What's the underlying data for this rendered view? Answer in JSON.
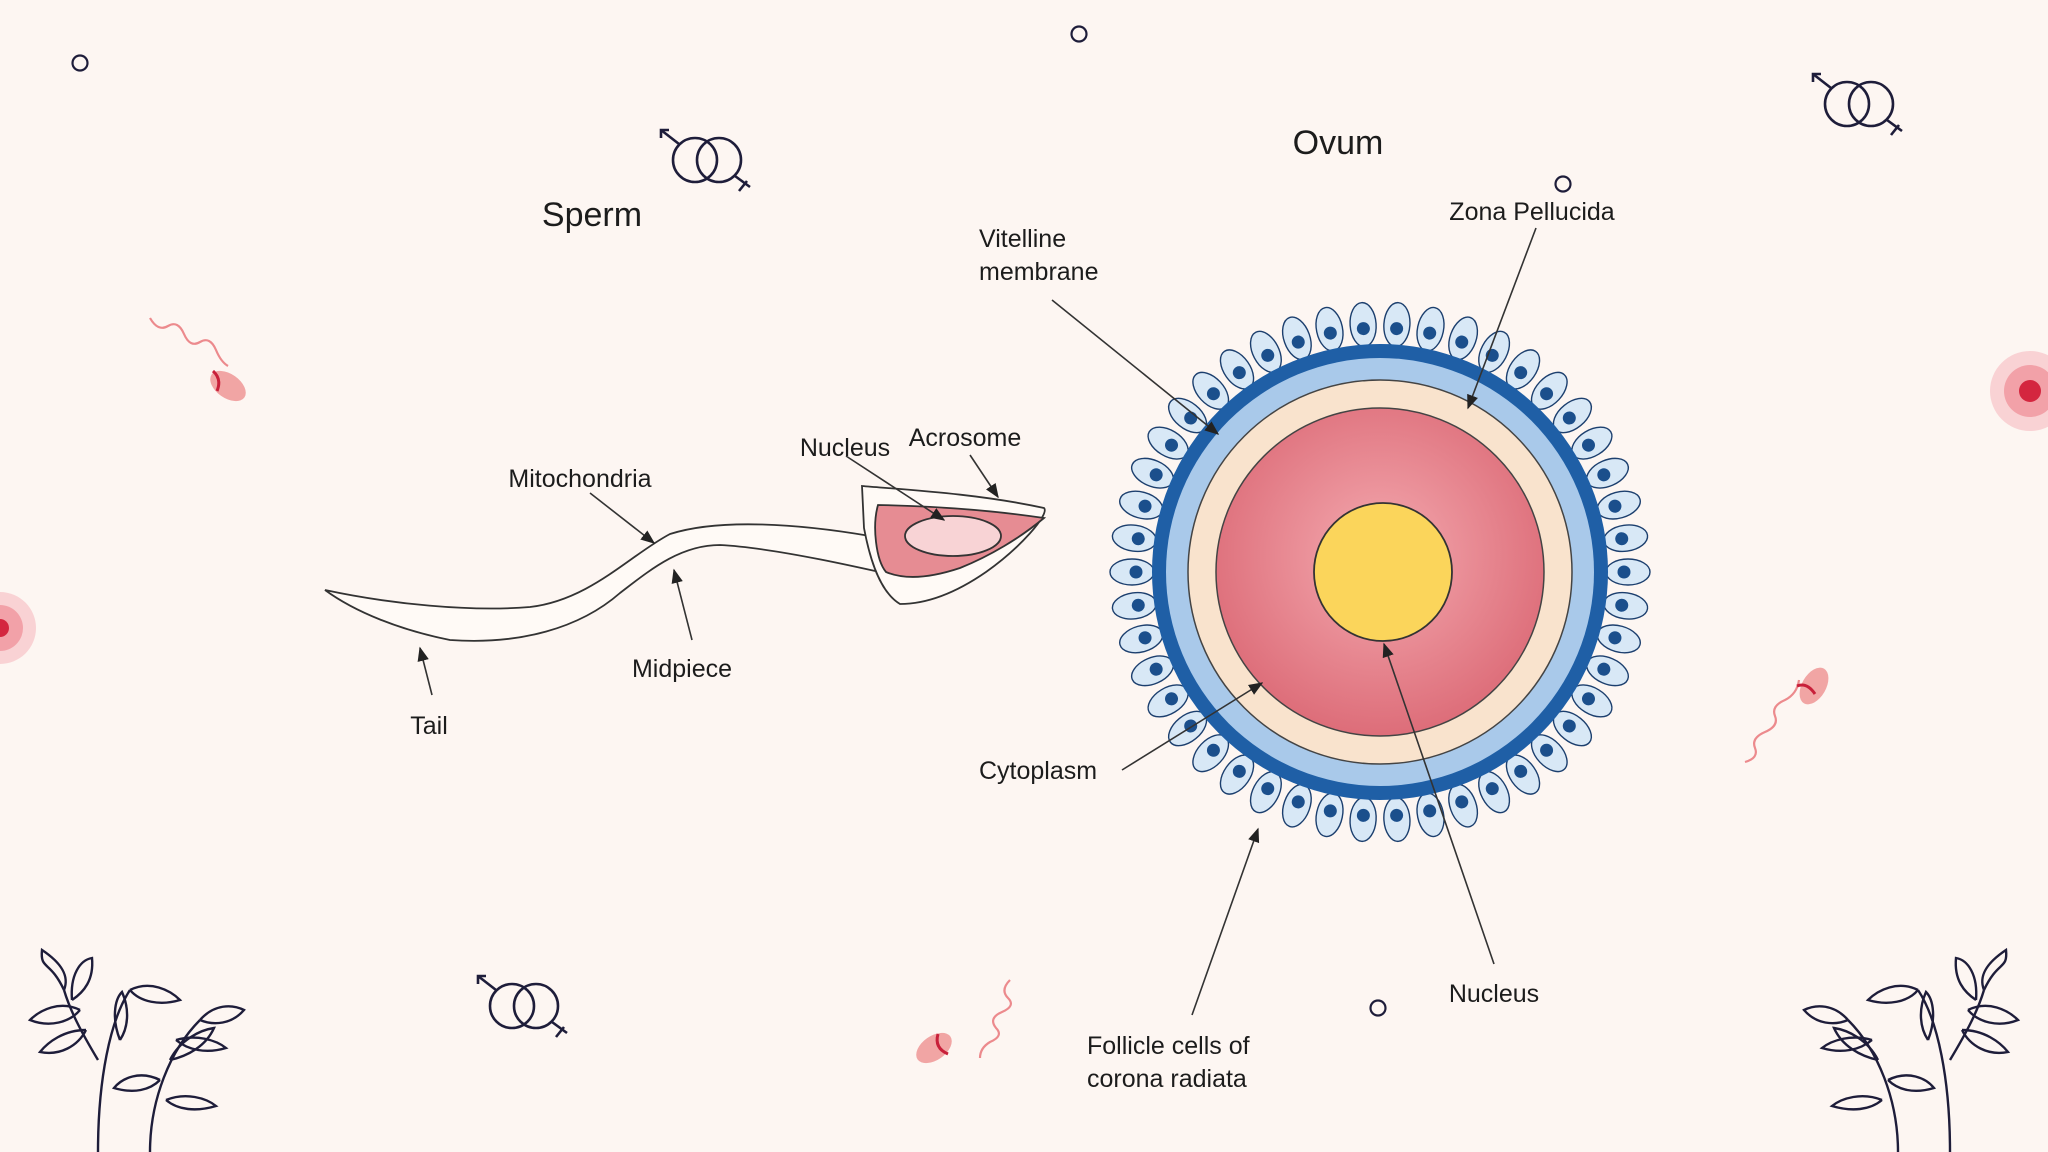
{
  "sperm": {
    "title": "Sperm",
    "labels": {
      "nucleus": "Nucleus",
      "acrosome": "Acrosome",
      "mitochondria": "Mitochondria",
      "midpiece": "Midpiece",
      "tail": "Tail"
    }
  },
  "ovum": {
    "title": "Ovum",
    "labels": {
      "zona_pellucida": "Zona Pellucida",
      "vitelline_line1": "Vitelline",
      "vitelline_line2": "membrane",
      "cytoplasm": "Cytoplasm",
      "nucleus": "Nucleus",
      "follicle_line1": "Follicle cells of",
      "follicle_line2": "corona radiata"
    },
    "follicle_cell_count": 46
  },
  "colors": {
    "background": "#fdf6f2",
    "follicle_ring": "#1f5fa6",
    "follicle_cell": "#d8e8f6",
    "follicle_cell_nucleus": "#1b4f8c",
    "vitelline": "#a9c9ea",
    "zona": "#f9e3cd",
    "cytoplasm": "#e0707c",
    "egg_nucleus": "#fbd55b",
    "sperm_head": "#e68c93",
    "sperm_nucleus": "#f8d3d5",
    "accent_pink": "#d8334a",
    "decoration_ink": "#1e1d3a"
  },
  "decorations": {
    "gender_symbols": "venus-mars-icon",
    "plants": "leaf-branch-icon",
    "swimmers": "sperm-doodle-icon",
    "dots": "ring-dot-icon"
  }
}
